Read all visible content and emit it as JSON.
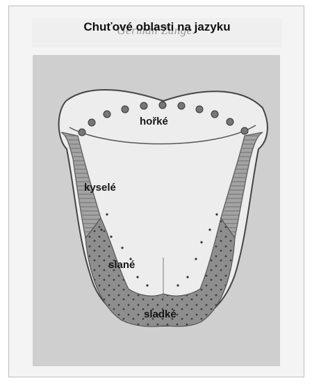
{
  "title": "Chuťové oblasti na jazyku",
  "ghost_title": "German Zunge.",
  "zones": {
    "bitter": "hořké",
    "sour": "kyselé",
    "salty": "slané",
    "sweet": "sladké"
  },
  "colors": {
    "background": "#cfcfcf",
    "tongue_light": "#ededed",
    "zone_sour": "#a3a3a3",
    "zone_salty_sweet": "#8e8e8e",
    "outline": "#444444"
  }
}
